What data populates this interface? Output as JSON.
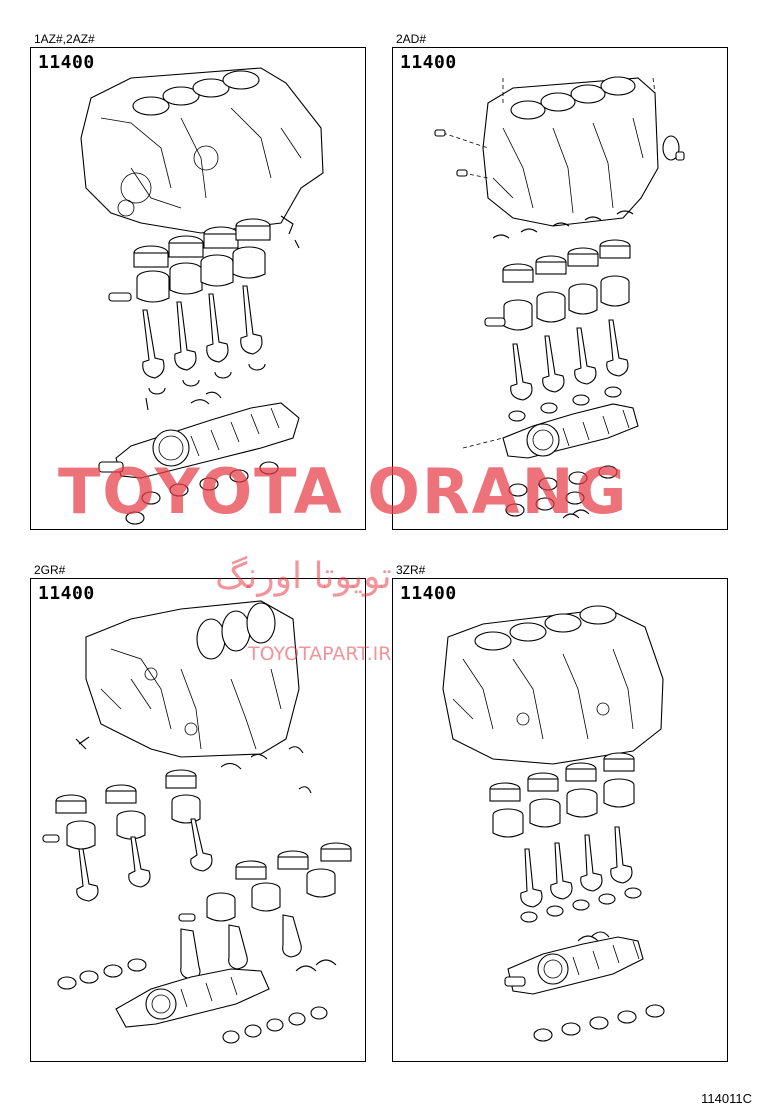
{
  "panels": [
    {
      "variant": "1AZ#,2AZ#",
      "part_number": "11400"
    },
    {
      "variant": "2AD#",
      "part_number": "11400"
    },
    {
      "variant": "2GR#",
      "part_number": "11400"
    },
    {
      "variant": "3ZR#",
      "part_number": "11400"
    }
  ],
  "watermark": {
    "brand": "TOYOTA ORANG",
    "brand_fa": "تویوتا اورنگ",
    "url": "TOYOTAPART.IR"
  },
  "figure_code": "114011C"
}
